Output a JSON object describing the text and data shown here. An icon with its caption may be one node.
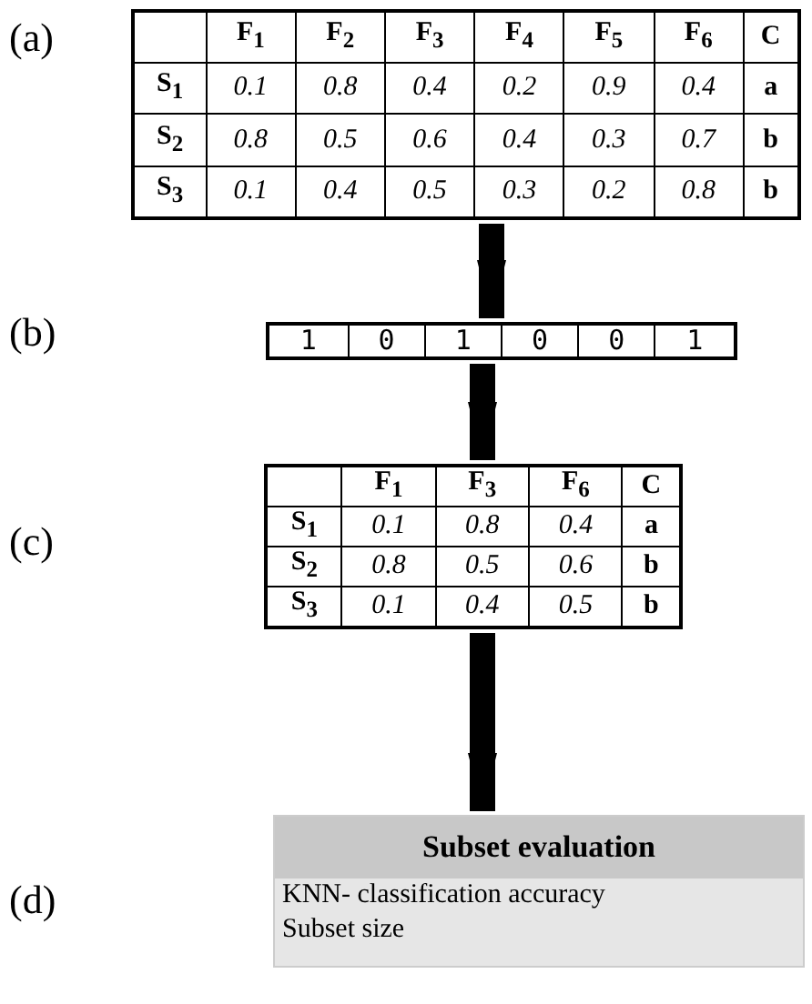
{
  "diagram": {
    "nodes": [
      {
        "text": [
          "F$_{1}$",
          "F$_{2}$",
          "F$_{3}$",
          "F$_{4}$",
          "F$_{5}$",
          "F$_{6}$",
          "C",
          "S$_{1}$",
          "0.1",
          "0.8",
          "0.4",
          "0.2",
          "0.9",
          "0.4",
          "a",
          "S$_{2}$",
          "0.8",
          "0.5",
          "0.6",
          "0.4",
          "0.3",
          "0.7",
          "b",
          "S$_{3}$",
          "0.1",
          "0.4",
          "0.5",
          "0.3",
          "0.2",
          "0.8",
          "b"
        ]
      },
      {
        "text": [
          "1",
          "0",
          "1",
          "0",
          "0",
          "1"
        ]
      },
      {
        "text": [
          "F$_{1}$",
          "F$_{3}$",
          "F$_{6}$",
          "C",
          "S$_{1}$",
          "0.1",
          "0.8",
          "0.4",
          "a",
          "S$_{2}$",
          "0.8",
          "0.5",
          "0.6",
          "b",
          "S$_{3}$",
          "0.1",
          "0.4",
          "0.5",
          "b"
        ]
      },
      {
        "text": [
          "Subset evaluation",
          "KNN- classification accuracy",
          "Subset size"
        ]
      }
    ],
    "edges": [
      {
        "from": 0,
        "to": 1,
        "arrow": "to"
      },
      {
        "from": 1,
        "to": 2,
        "arrow": "to"
      },
      {
        "from": 2,
        "to": 3,
        "arrow": "to"
      }
    ],
    "labels": [
      "(a)",
      "(b)",
      "(c)",
      "(d)"
    ]
  }
}
